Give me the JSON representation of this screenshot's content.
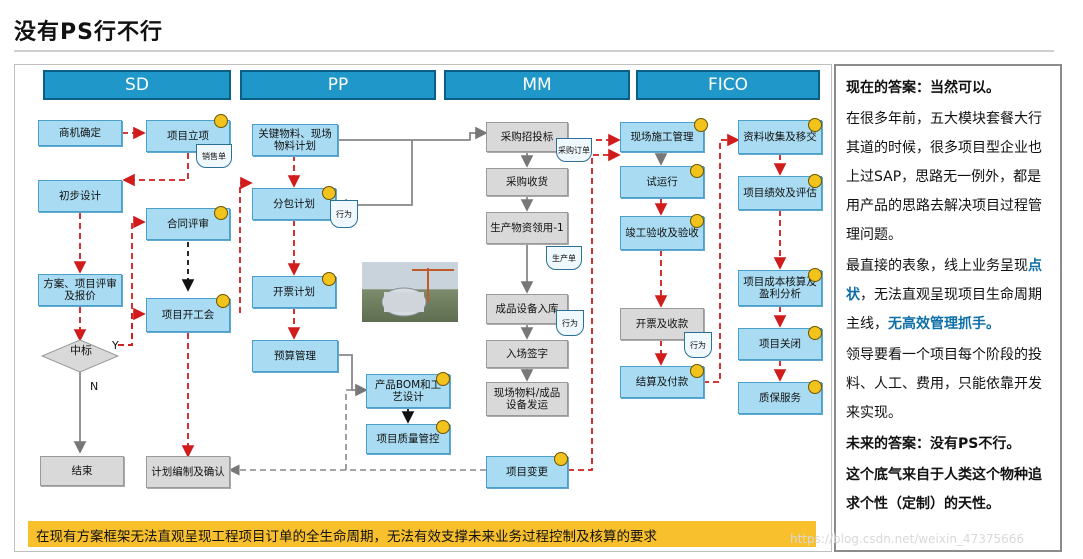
{
  "page": {
    "title": "没有PS行不行"
  },
  "modules": [
    "SD",
    "PP",
    "MM",
    "FICO"
  ],
  "nodes": {
    "shangji": "商机确定",
    "lixiang": "项目立项",
    "chubu": "初步设计",
    "hetong": "合同评审",
    "fangan": "方案、项目评审及报价",
    "kaigong": "项目开工会",
    "zhongbiao": "中标",
    "jieshu": "结束",
    "jihuabianzhi": "计划编制及确认",
    "guanjian": "关键物料、现场物料计划",
    "fenbao": "分包计划",
    "kaipiao": "开票计划",
    "yusuan": "预算管理",
    "bom": "产品BOM和工艺设计",
    "zhiliang": "项目质量管控",
    "caigouzhao": "采购招投标",
    "caigoushou": "采购收货",
    "shengchan": "生产物资领用-1",
    "chengpin": "成品设备入库",
    "ruchang": "入场签字",
    "xianchangwuliao": "现场物料/成品设备发运",
    "biangeng": "项目变更",
    "shigong": "现场施工管理",
    "shiyunxing": "试运行",
    "jungong": "竣工验收及验收",
    "kaipiaoshou": "开票及收款",
    "jiesuan": "结算及付款",
    "ziliao": "资料收集及移交",
    "jixiao": "项目绩效及评估",
    "chengben": "项目成本核算及盈利分析",
    "guanbi": "项目关闭",
    "zhibao": "质保服务"
  },
  "docs": {
    "xiaoshou": "销售单",
    "xingwei": "行为",
    "caigoudingdan": "采购订单",
    "shengchanwu": "生产单",
    "chengpinbiao": "行为",
    "kaipiaodoc": "行为"
  },
  "edge_labels": {
    "yes": "Y",
    "no": "N"
  },
  "side": {
    "h1": "现在的答案：当然可以。",
    "p1": "在很多年前，五大模块套餐大行其道的时候，很多项目型企业也上过SAP，思路无一例外，都是用产品的思路去解决项目过程管理问题。",
    "p2a": "最直接的表象，线上业务呈现",
    "p2b": "点状",
    "p2c": "，无法直观呈现项目生命周期主线，",
    "p2d": "无高效管理抓手。",
    "p3": "领导要看一个项目每个阶段的投料、人工、费用，只能依靠开发来实现。",
    "h2": "未来的答案：没有PS不行。",
    "h3": "这个底气来自于人类这个物种追求个性（定制）的天性。"
  },
  "footer": "在现有方案框架无法直观呈现工程项目订单的全生命周期，无法有效支撑未来业务过程控制及核算的要求",
  "watermark": "https://blog.csdn.net/weixin_47375666",
  "colors": {
    "header": "#1f97c9",
    "box": "#a9dcf3",
    "arrow_red": "#d01c1c",
    "dot": "#f2c21d",
    "footer": "#f8c02c"
  }
}
